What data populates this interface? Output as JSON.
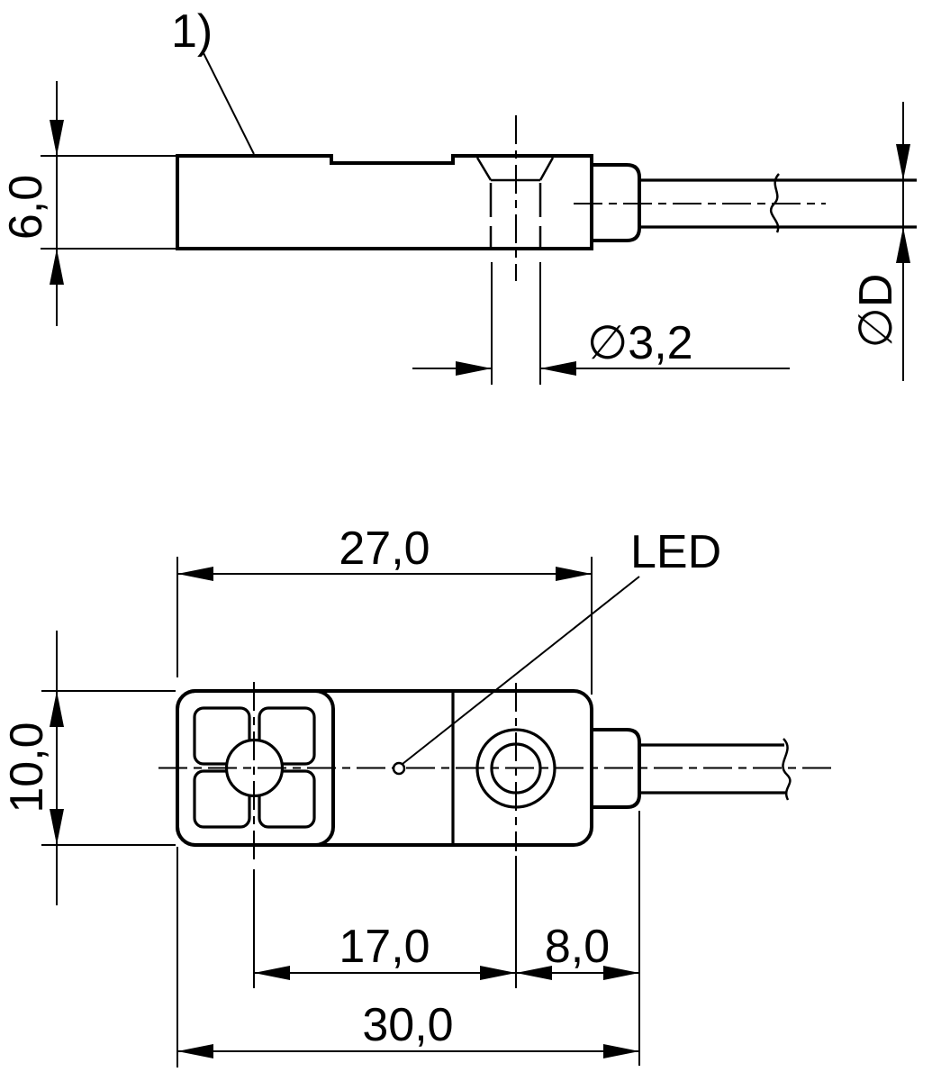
{
  "colors": {
    "line": "#000000",
    "background": "#ffffff"
  },
  "side_view": {
    "callout_label": "1)",
    "height_dimension": "6,0",
    "hole_diameter_dimension": "∅3,2",
    "cable_diameter_dimension": "∅D"
  },
  "top_view": {
    "led_label": "LED",
    "housing_length_dimension": "27,0",
    "width_dimension": "10,0",
    "hole_center_dimension": "17,0",
    "cable_end_dimension": "8,0",
    "total_length_dimension": "30,0"
  }
}
